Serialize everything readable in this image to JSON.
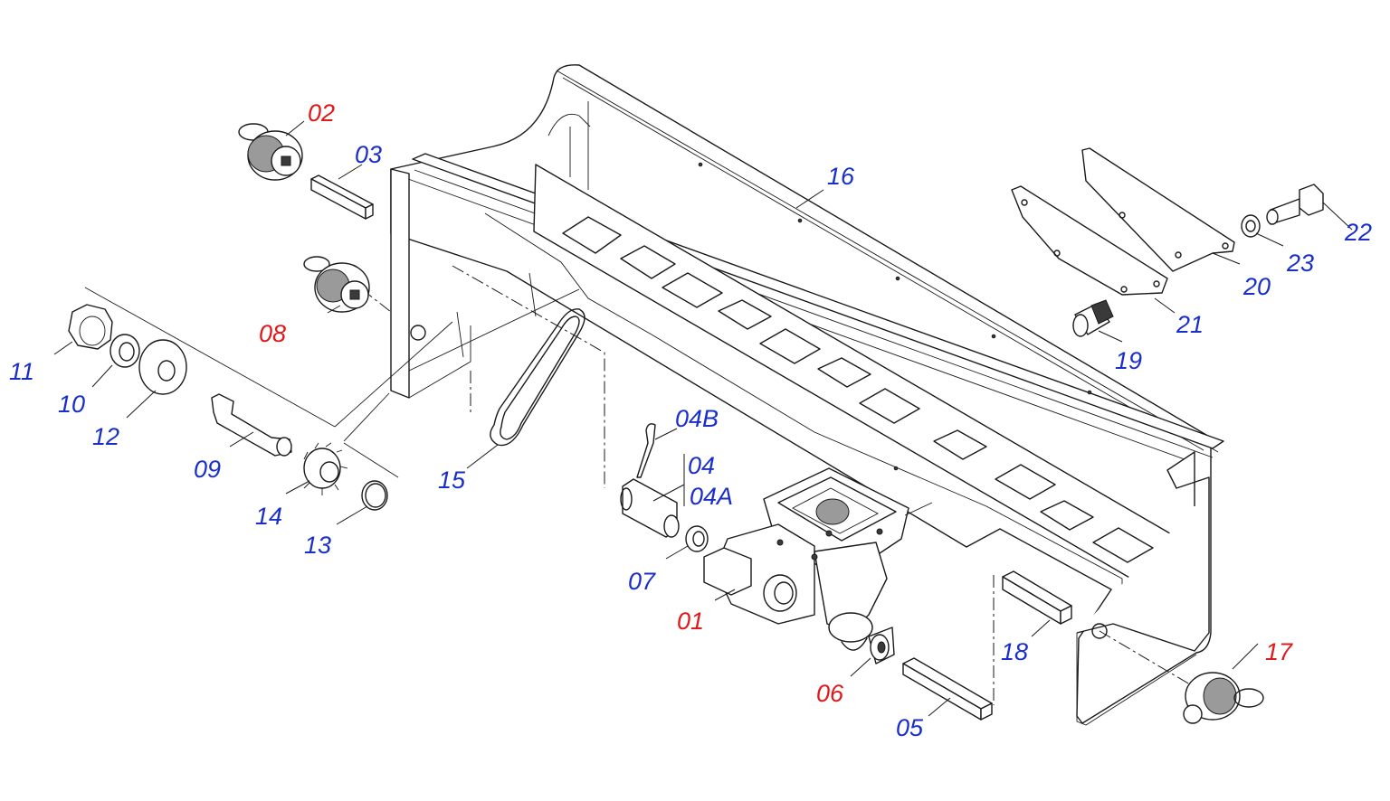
{
  "colors": {
    "assembly_label": "#e0191b",
    "part_label": "#1a2fc9",
    "linework": "#1a1a1a"
  },
  "callouts": [
    {
      "id": "01",
      "text": "01",
      "kind": "assembly"
    },
    {
      "id": "02",
      "text": "02",
      "kind": "assembly"
    },
    {
      "id": "03",
      "text": "03",
      "kind": "part"
    },
    {
      "id": "04",
      "text": "04",
      "kind": "part"
    },
    {
      "id": "04A",
      "text": "04A",
      "kind": "part"
    },
    {
      "id": "04B",
      "text": "04B",
      "kind": "part"
    },
    {
      "id": "05",
      "text": "05",
      "kind": "part"
    },
    {
      "id": "06",
      "text": "06",
      "kind": "assembly"
    },
    {
      "id": "07",
      "text": "07",
      "kind": "part"
    },
    {
      "id": "08",
      "text": "08",
      "kind": "assembly"
    },
    {
      "id": "09",
      "text": "09",
      "kind": "part"
    },
    {
      "id": "10",
      "text": "10",
      "kind": "part"
    },
    {
      "id": "11",
      "text": "11",
      "kind": "part"
    },
    {
      "id": "12",
      "text": "12",
      "kind": "part"
    },
    {
      "id": "13",
      "text": "13",
      "kind": "part"
    },
    {
      "id": "14",
      "text": "14",
      "kind": "part"
    },
    {
      "id": "15",
      "text": "15",
      "kind": "part"
    },
    {
      "id": "16",
      "text": "16",
      "kind": "part"
    },
    {
      "id": "17",
      "text": "17",
      "kind": "assembly"
    },
    {
      "id": "18",
      "text": "18",
      "kind": "part"
    },
    {
      "id": "19",
      "text": "19",
      "kind": "part"
    },
    {
      "id": "20",
      "text": "20",
      "kind": "part"
    },
    {
      "id": "21",
      "text": "21",
      "kind": "part"
    },
    {
      "id": "22",
      "text": "22",
      "kind": "part"
    },
    {
      "id": "23",
      "text": "23",
      "kind": "part"
    }
  ]
}
